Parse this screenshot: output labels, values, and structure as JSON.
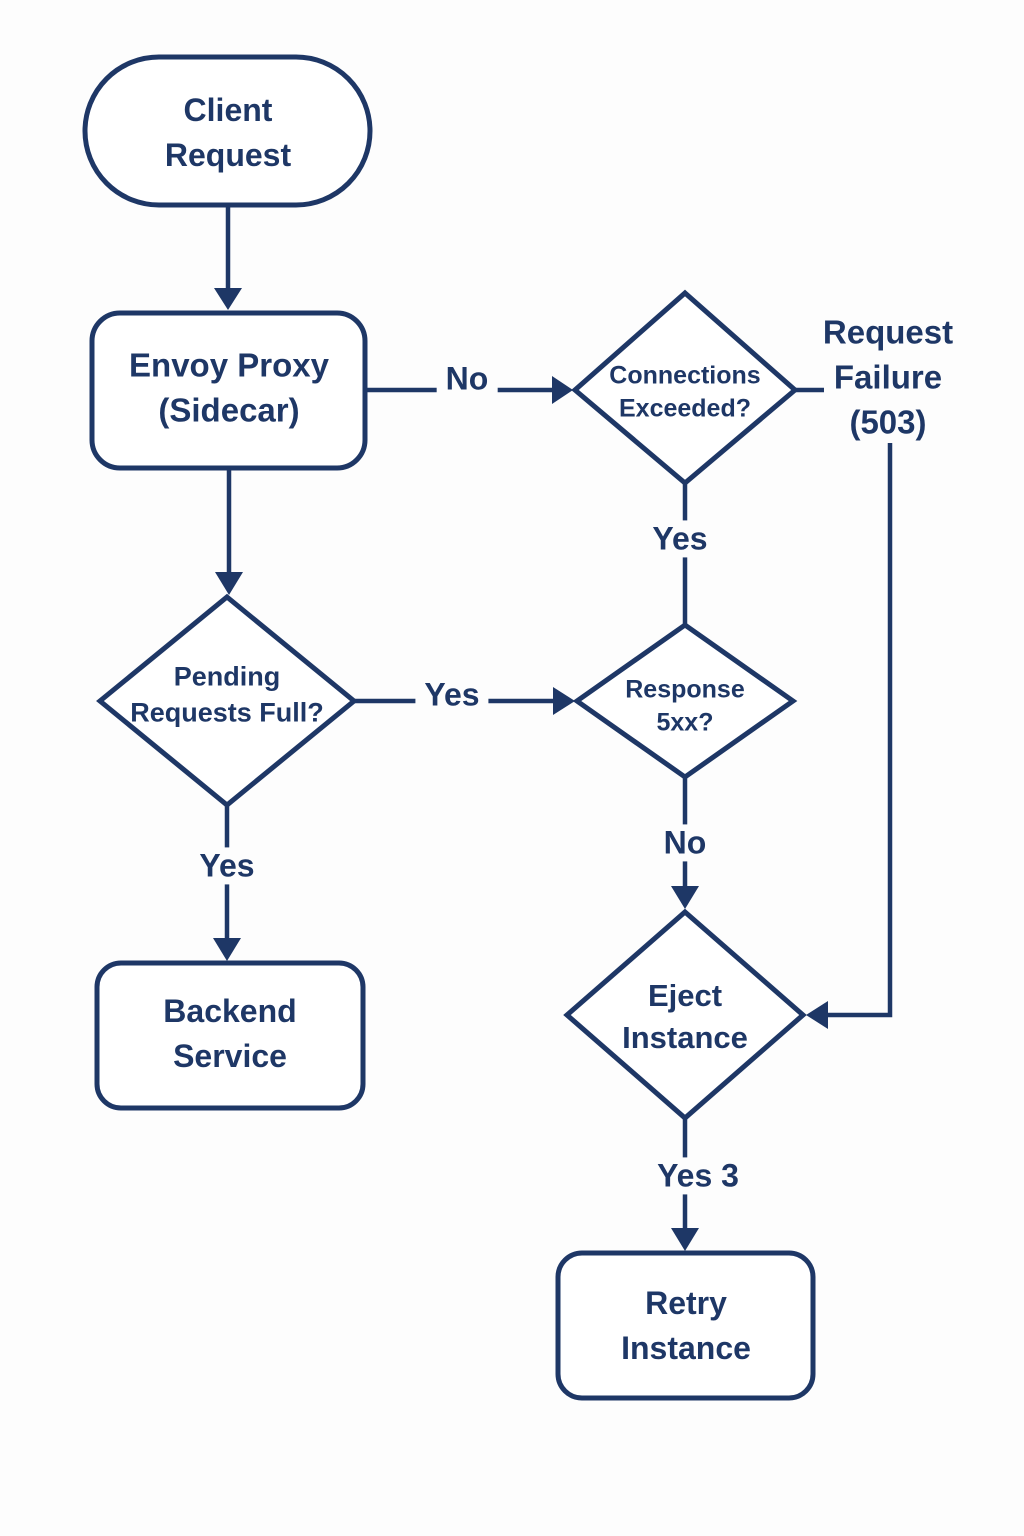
{
  "colors": {
    "ink": "#1e3766",
    "background": "#fdfdfd"
  },
  "nodes": {
    "client_request": {
      "label": "Client Request",
      "shape": "terminator"
    },
    "envoy_proxy": {
      "label": "Envoy Proxy (Sidecar)",
      "shape": "process"
    },
    "connections_exceeded": {
      "label": "Connections Exceeded?",
      "shape": "decision"
    },
    "request_failure": {
      "label": "Request Failure (503)",
      "shape": "text"
    },
    "pending_requests_full": {
      "label": "Pending Requests Full?",
      "shape": "decision"
    },
    "response_5xx": {
      "label": "Response 5xx?",
      "shape": "decision"
    },
    "backend_service": {
      "label": "Backend Service",
      "shape": "process"
    },
    "eject_instance": {
      "label": "Eject Instance",
      "shape": "decision"
    },
    "retry_instance": {
      "label": "Retry Instance",
      "shape": "process"
    }
  },
  "edges": {
    "envoy_to_connections": {
      "label": "No"
    },
    "connections_to_response": {
      "label": "Yes"
    },
    "pending_to_response": {
      "label": "Yes"
    },
    "pending_to_backend": {
      "label": "Yes"
    },
    "response_to_eject": {
      "label": "No"
    },
    "eject_to_retry": {
      "label": "Yes 3"
    }
  }
}
